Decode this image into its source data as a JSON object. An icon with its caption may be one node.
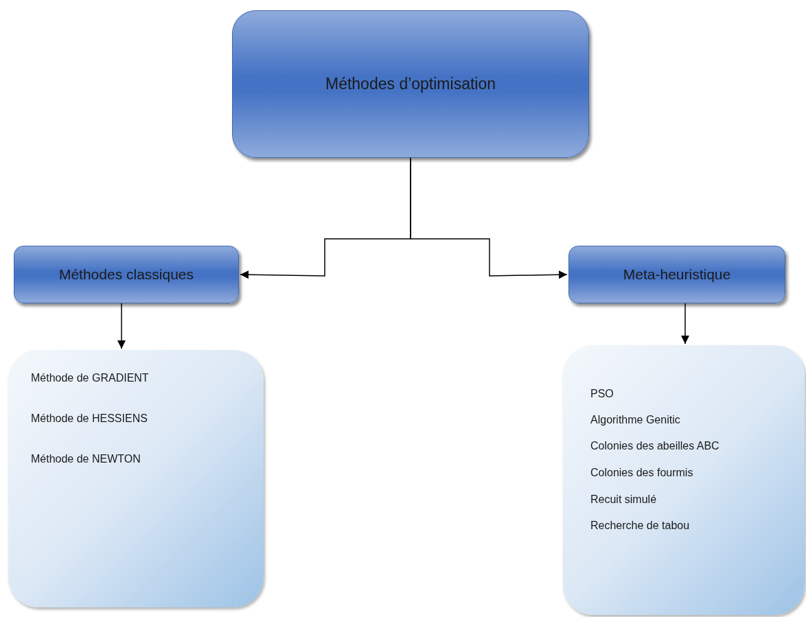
{
  "diagram": {
    "nodes": [
      {
        "text": [
          "Méthodes d’optimisation"
        ]
      },
      {
        "text": [
          "Méthodes classiques"
        ]
      },
      {
        "text": [
          "Meta-heuristique"
        ]
      },
      {
        "text": [
          "Méthode de GRADIENT",
          "Méthode de HESSIENS",
          "Méthode de NEWTON"
        ]
      },
      {
        "text": [
          "PSO",
          "Algorithme Genitic",
          "Colonies des abeilles ABC",
          "Colonies des fourmis",
          "Recuit simulé",
          "Recherche de tabou"
        ]
      }
    ],
    "edges": [
      {
        "from": 0,
        "to": 1,
        "arrow": "to"
      },
      {
        "from": 0,
        "to": 2,
        "arrow": "to"
      },
      {
        "from": 1,
        "to": 3,
        "arrow": "to"
      },
      {
        "from": 2,
        "to": 4,
        "arrow": "to"
      }
    ]
  }
}
